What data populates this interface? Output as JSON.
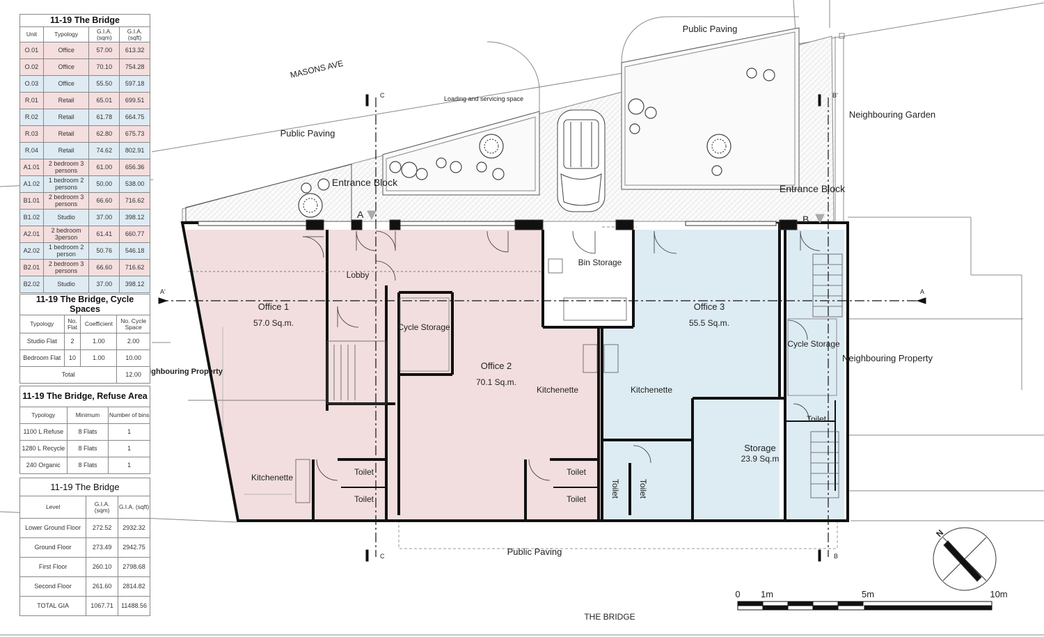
{
  "unit_table": {
    "title": "11-19 The Bridge",
    "headers": [
      "Unit",
      "Typology",
      "G.I.A. (sqm)",
      "G.I.A. (sqft)"
    ],
    "rows": [
      {
        "unit": "O.01",
        "typology": "Office",
        "sqm": "57.00",
        "sqft": "613.32",
        "tone": "pink"
      },
      {
        "unit": "O.02",
        "typology": "Office",
        "sqm": "70.10",
        "sqft": "754.28",
        "tone": "pink"
      },
      {
        "unit": "O.03",
        "typology": "Office",
        "sqm": "55.50",
        "sqft": "597.18",
        "tone": "blue"
      },
      {
        "unit": "R.01",
        "typology": "Retail",
        "sqm": "65.01",
        "sqft": "699.51",
        "tone": "pink"
      },
      {
        "unit": "R.02",
        "typology": "Retail",
        "sqm": "61.78",
        "sqft": "664.75",
        "tone": "blue"
      },
      {
        "unit": "R.03",
        "typology": "Retail",
        "sqm": "62.80",
        "sqft": "675.73",
        "tone": "pink"
      },
      {
        "unit": "R.04",
        "typology": "Retail",
        "sqm": "74.62",
        "sqft": "802.91",
        "tone": "blue"
      },
      {
        "unit": "A1.01",
        "typology": "2 bedroom 3 persons",
        "sqm": "61.00",
        "sqft": "656.36",
        "tone": "pink"
      },
      {
        "unit": "A1.02",
        "typology": "1 bedroom 2 persons",
        "sqm": "50.00",
        "sqft": "538.00",
        "tone": "blue"
      },
      {
        "unit": "B1.01",
        "typology": "2 bedroom 3 persons",
        "sqm": "66.60",
        "sqft": "716.62",
        "tone": "pink"
      },
      {
        "unit": "B1.02",
        "typology": "Studio",
        "sqm": "37.00",
        "sqft": "398.12",
        "tone": "blue"
      },
      {
        "unit": "A2.01",
        "typology": "2 bedroom 3person",
        "sqm": "61.41",
        "sqft": "660.77",
        "tone": "pink"
      },
      {
        "unit": "A2.02",
        "typology": "1 bedroom 2 person",
        "sqm": "50.76",
        "sqft": "546.18",
        "tone": "blue"
      },
      {
        "unit": "B2.01",
        "typology": "2 bedroom 3 persons",
        "sqm": "66.60",
        "sqft": "716.62",
        "tone": "pink"
      },
      {
        "unit": "B2.02",
        "typology": "Studio",
        "sqm": "37.00",
        "sqft": "398.12",
        "tone": "blue"
      }
    ]
  },
  "cycle_table": {
    "title": "11-19 The Bridge, Cycle Spaces",
    "headers": [
      "Typology",
      "No. Flat",
      "Coefficient",
      "No. Cycle Space"
    ],
    "rows": [
      {
        "typology": "Studio Flat",
        "flats": "2",
        "coefficient": "1.00",
        "spaces": "2.00"
      },
      {
        "typology": "Bedroom Flat",
        "flats": "10",
        "coefficient": "1.00",
        "spaces": "10.00"
      }
    ],
    "total_label": "Total",
    "total_value": "12.00"
  },
  "refuse_table": {
    "title": "11-19 The Bridge, Refuse Area",
    "headers": [
      "Typology",
      "Minimum",
      "Number of bins"
    ],
    "rows": [
      {
        "typology": "1100 L Refuse",
        "minimum": "8 Flats",
        "bins": "1"
      },
      {
        "typology": "1280 L Recycle",
        "minimum": "8 Flats",
        "bins": "1"
      },
      {
        "typology": "240 Organic",
        "minimum": "8 Flats",
        "bins": "1"
      }
    ]
  },
  "gia_table": {
    "title": "11-19 The Bridge",
    "headers": [
      "Level",
      "G.I.A. (sqm)",
      "G.I.A. (sqft)"
    ],
    "rows": [
      {
        "level": "Lower Ground Floor",
        "sqm": "272.52",
        "sqft": "2932.32"
      },
      {
        "level": "Ground Floor",
        "sqm": "273.49",
        "sqft": "2942.75"
      },
      {
        "level": "First Floor",
        "sqm": "260.10",
        "sqft": "2798.68"
      },
      {
        "level": "Second Floor",
        "sqm": "261.60",
        "sqft": "2814.82"
      },
      {
        "level": "TOTAL GIA",
        "sqm": "1067.71",
        "sqft": "11488.56"
      }
    ]
  },
  "plan": {
    "street_masons": "MASONS AVE",
    "street_bridge": "THE BRIDGE",
    "public_paving": "Public Paving",
    "loading": "Loading and servicing space",
    "neighbouring_garden": "Neighbouring Garden",
    "neighbouring_property_left": "Neighbouring Property",
    "neighbouring_property_right": "Neighbouring Property",
    "entrance_a": "Entrance Block",
    "entrance_a_letter": "A",
    "entrance_b": "Entrance Block",
    "entrance_b_letter": "B",
    "lobby": "Lobby",
    "bin_storage": "Bin Storage",
    "cycle_storage": "Cycle Storage",
    "kitchenette": "Kitchenette",
    "toilet": "Toilet",
    "office1_name": "Office 1",
    "office1_area": "57.0 Sq.m.",
    "office2_name": "Office 2",
    "office2_area": "70.1 Sq.m.",
    "office3_name": "Office 3",
    "office3_area": "55.5 Sq.m.",
    "storage_name": "Storage",
    "storage_area": "23.9 Sq.m",
    "section_a_left": "A'",
    "section_a_right": "A",
    "section_c": "C",
    "section_b": "B",
    "section_b_prime": "B'",
    "north": "N",
    "scale_labels": [
      "0",
      "1m",
      "5m",
      "10m"
    ],
    "colors": {
      "office_pink": "#f2dede",
      "office_blue": "#ddebf3",
      "wall": "#111111"
    }
  }
}
